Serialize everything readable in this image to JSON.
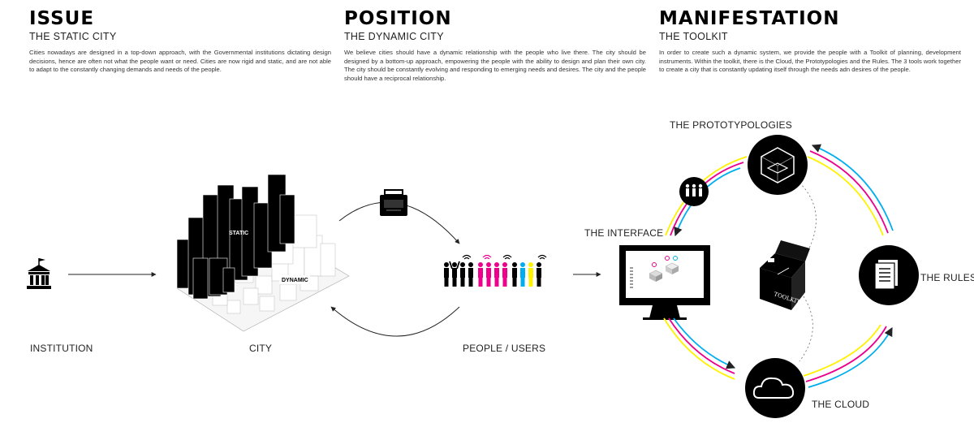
{
  "columns": [
    {
      "heading": "ISSUE",
      "subheading": "THE STATIC CITY",
      "body": "Cities nowadays are designed in a top-down approach, with the Governmental institutions dictating design decisions, hence are often not what the people want or need. Cities are now rigid and static, and are not  able to adapt to the constantly changing demands and needs of the people."
    },
    {
      "heading": "POSITION",
      "subheading": "THE DYNAMIC CITY",
      "body": "We believe cities should have a dynamic relationship with the people who live there. The city should be designed by a bottom-up approach, empowering the people with the ability to design and plan their own city. The city should be constantly evolving and responding to emerging needs and desires. The city and the people should have a reciprocal relationship."
    },
    {
      "heading": "MANIFESTATION",
      "subheading": "THE TOOLKIT",
      "body": "In order to create such a dynamic system, we provide the people with a Toolkit of planning, development instruments. Within the toolkit, there is the Cloud, the Prototypologies and the Rules. The 3 tools work together to create a city that is constantly updating itself through the needs adn desires of the people."
    }
  ],
  "labels": {
    "institution": "INSTITUTION",
    "city": "CITY",
    "people": "PEOPLE / USERS",
    "interface": "THE INTERFACE",
    "prototypologies": "THE PROTOTYPOLOGIES",
    "rules": "THE RULES",
    "cloud": "THE CLOUD",
    "static": "STATIC",
    "dynamic": "DYNAMIC",
    "toolkit": "TOOLKIT"
  },
  "icons": [
    "institution-icon",
    "city-model-icon",
    "radio-icon",
    "people-group-icon",
    "computer-monitor-icon",
    "prototypology-cube-icon",
    "document-icon",
    "cloud-icon",
    "toolkit-box-icon",
    "people-icon"
  ],
  "colors": {
    "cyan": "#00aeef",
    "magenta": "#ec008c",
    "yellow": "#fff200",
    "black": "#000000"
  }
}
